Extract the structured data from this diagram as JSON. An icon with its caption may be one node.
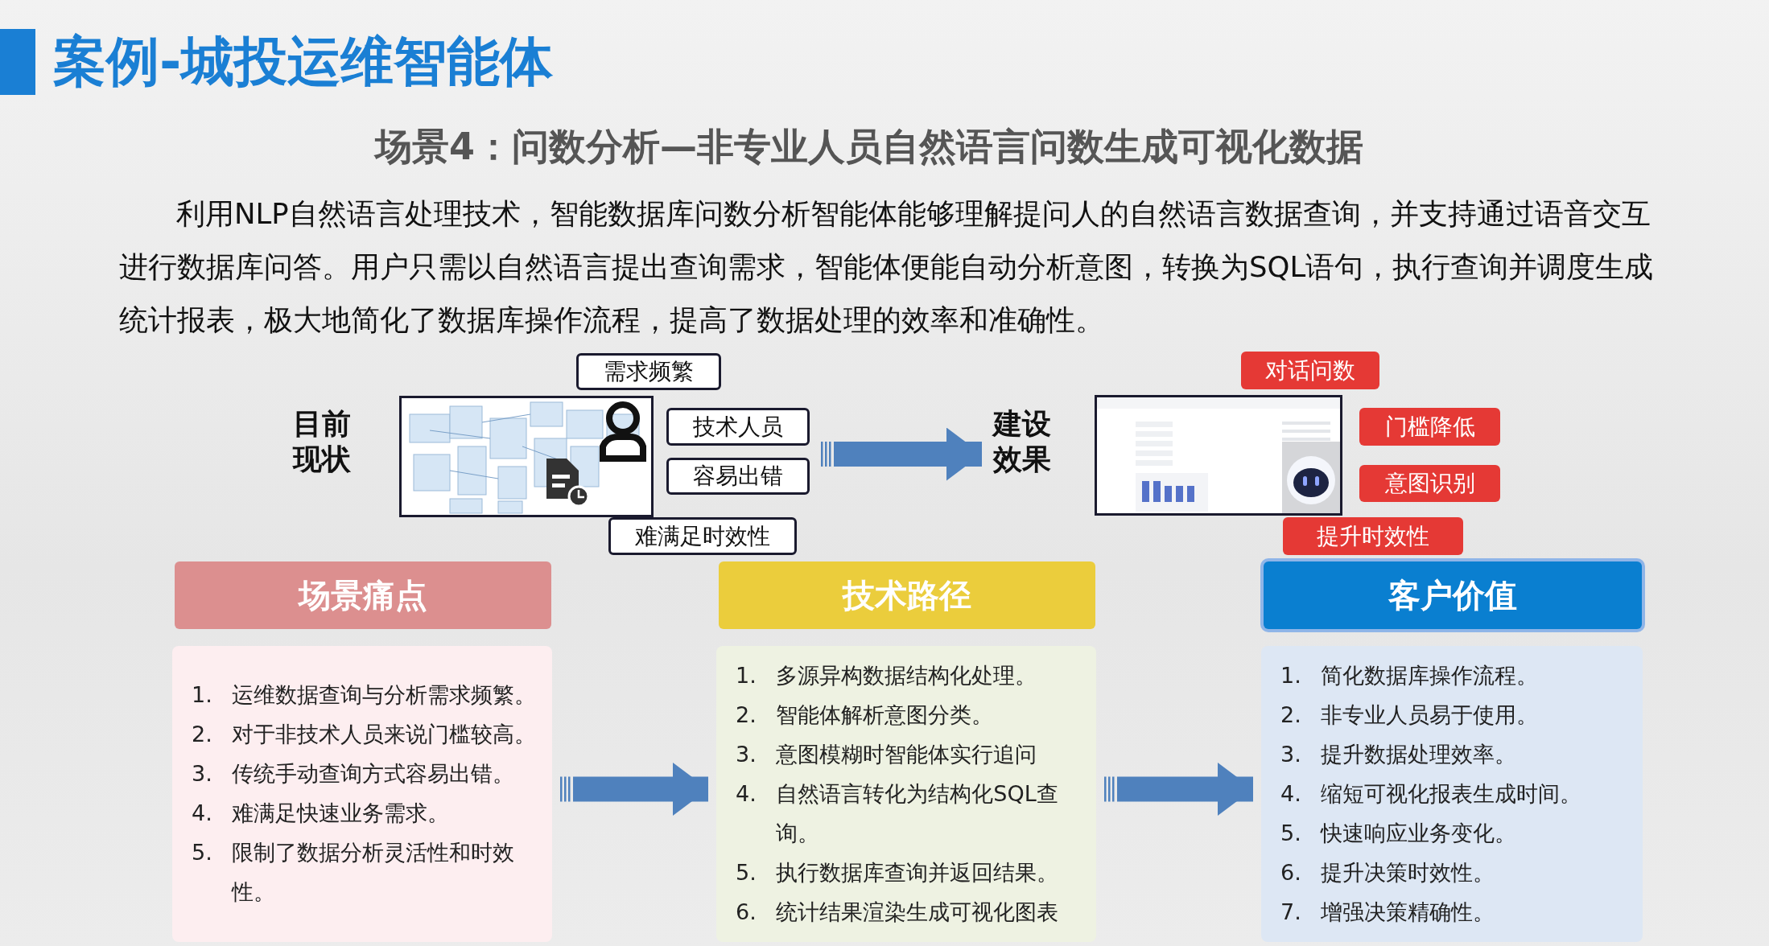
{
  "diagram": {
    "title": "案例-城投运维智能体",
    "nodes": [
      {
        "text": [
          "目前现状"
        ]
      },
      {
        "text": [],
        "shape": "picture",
        "in": 0
      },
      {
        "text": [
          "需求频繁"
        ],
        "in": 0
      },
      {
        "text": [
          "技术人员"
        ],
        "in": 0
      },
      {
        "text": [
          "容易出错"
        ],
        "in": 0
      },
      {
        "text": [
          "难满足时效性"
        ],
        "in": 0
      },
      {
        "text": [
          "建设效果"
        ]
      },
      {
        "text": [],
        "shape": "picture",
        "in": 6
      },
      {
        "text": [
          "对话问数"
        ],
        "in": 6
      },
      {
        "text": [
          "门槛降低"
        ],
        "in": 6
      },
      {
        "text": [
          "意图识别"
        ],
        "in": 6
      },
      {
        "text": [
          "提升时效性"
        ],
        "in": 6
      },
      {
        "text": [
          "场景痛点"
        ]
      },
      {
        "text": [
          "1. 运维数据查询与分析需求频繁。",
          "2. 对于非技术人员来说门槛较高。",
          "3. 传统手动查询方式容易出错。",
          "4. 难满足快速业务需求。",
          "5. 限制了数据分析灵活性和时效性。"
        ]
      },
      {
        "text": [
          "技术路径"
        ]
      },
      {
        "text": [
          "1. 多源异构数据结构化处理。",
          "2. 智能体解析意图分类。",
          "3. 意图模糊时智能体实行追问",
          "4. 自然语言转化为结构化SQL查询。",
          "5. 执行数据库查询并返回结果。",
          "6. 统计结果渲染生成可视化图表"
        ]
      },
      {
        "text": [
          "客户价值"
        ]
      },
      {
        "text": [
          "1. 简化数据库操作流程。",
          "2. 非专业人员易于使用。",
          "3. 提升数据处理效率。",
          "4. 缩短可视化报表生成时间。",
          "5. 快速响应业务变化。",
          "6. 提升决策时效性。",
          "7. 增强决策精确性。"
        ]
      }
    ],
    "edges": [
      {
        "from": 0,
        "to": 6,
        "arrow": "to"
      },
      {
        "from": 13,
        "to": 15,
        "arrow": "to"
      },
      {
        "from": 15,
        "to": 17,
        "arrow": "to"
      }
    ],
    "labels": [
      "场景4：问数分析—非专业人员自然语言问数生成可视化数据",
      "利用NLP自然语言处理技术，智能数据库问数分析智能体能够理解提问人的自然语言数据查询，并支持通过语音交互进行数据库问答。用户只需以自然语言提出查询需求，智能体便能自动分析意图，转换为SQL语句，执行查询并调度生成统计报表，极大地简化了数据库操作流程，提高了数据处理的效率和准确性。"
    ]
  }
}
